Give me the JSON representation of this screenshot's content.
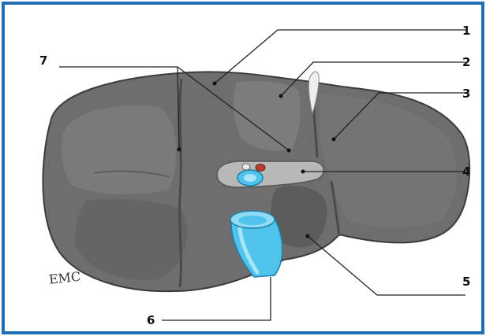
{
  "figure": {
    "labels": [
      "1",
      "2",
      "3",
      "4",
      "5",
      "6",
      "7"
    ],
    "signature_text": "EMC"
  },
  "colors": {
    "frame_border": "#1f6fb5",
    "liver_fill": "#6e6e6e",
    "liver_dark": "#4e4e4e",
    "liver_light": "#9a9a9a",
    "vein_blue": "#4fc3ec",
    "vein_blue_light": "#a8e4f7",
    "artery_red": "#b3402e"
  },
  "icons": [
    "liver-illustration",
    "signature-mark"
  ]
}
